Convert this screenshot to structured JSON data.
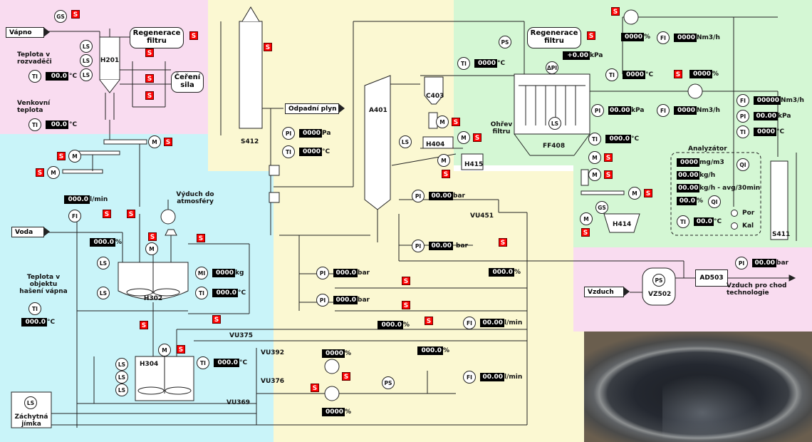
{
  "colors": {
    "pink": "#f9dcf0",
    "cyan": "#c9f4f9",
    "yellow": "#fbf8d2",
    "green": "#d4f7d4",
    "alarm": "#ff0000"
  },
  "labels": {
    "vapno": "Vápno",
    "regen1": "Regenerace filtru",
    "h201": "H201",
    "ceren": "Čeření sila",
    "teplota_rozv": "Teplota v rozvaděči",
    "venkovni": "Venkovní teplota",
    "s412": "S412",
    "odpadni": "Odpadní plyn",
    "a401": "A401",
    "c403": "C403",
    "h404": "H404",
    "h415": "H415",
    "regen2": "Regenerace filtru",
    "ohrev": "Ohřev filtru",
    "ff408": "FF408",
    "h414": "H414",
    "s411": "S411",
    "analyzator": "Analyzátor",
    "por": "Por",
    "kal": "Kal",
    "vydech": "Výduch do atmosféry",
    "voda": "Voda",
    "h302": "H302",
    "teplota_haseni": "Teplota v objektu hašení vápna",
    "h304": "H304",
    "zachytna": "Záchytná jímka",
    "vu375": "VU375",
    "vu392": "VU392",
    "vu376": "VU376",
    "vu369": "VU369",
    "vu451": "VU451",
    "vzduch": "Vzduch",
    "vz502": "VZ502",
    "ad503": "AD503",
    "vzduch_chod": "Vzduch pro chod technologie"
  },
  "inst": {
    "GS": "GS",
    "LS": "LS",
    "TI": "TI",
    "PI": "PI",
    "FI": "FI",
    "PS": "PS",
    "DPI": "ΔPI",
    "M": "M",
    "MI": "MI",
    "QI": "QI",
    "S": "S"
  },
  "values": {
    "t_rozv": "00.0",
    "t_venk": "00.0",
    "pi_s412": "0000",
    "ti_s412": "0000",
    "ti_top": "0000",
    "dpi": "+0.00",
    "fan_top_pct": "0000",
    "fi_top": "0000",
    "ti_ff1": "0000",
    "pi_ff": "00.00",
    "ti_ff2": "000.0",
    "pct_right": "0000",
    "fi_ff": "0000",
    "fi_r": "00000",
    "pi_r": "00.00",
    "ti_r": "0000",
    "an_mg": "0000",
    "an_kg": "00.00",
    "an_kgh": "00.00",
    "an_pct": "00.0",
    "ti_an": "00.0",
    "flow_voda": "000.0",
    "valve_voda": "000.0",
    "mi_h302": "0000",
    "ti_h302": "000.0",
    "t_haseni": "000.0",
    "ti_h304": "000.0",
    "pi_a1": "00.00",
    "pi_a2": "00.00",
    "valve_a": "000.0",
    "pi_b1": "000.0",
    "pi_b2": "000.0",
    "valve_b": "000.0",
    "valve_c": "000.0",
    "fi_b": "00.00",
    "fi_c": "00.00",
    "pump1": "0000",
    "pump2": "0000",
    "pi_out": "00.00"
  },
  "units": {
    "degC": "°C",
    "pa": "Pa",
    "kpa": "kPa",
    "bar": "bar",
    "pct": "%",
    "kg": "kg",
    "nm3h": "Nm3/h",
    "lmin": "l/min",
    "mgm3": "mg/m3",
    "kgh": "kg/h",
    "kgh_avg": "kg/h - avg/30min"
  }
}
